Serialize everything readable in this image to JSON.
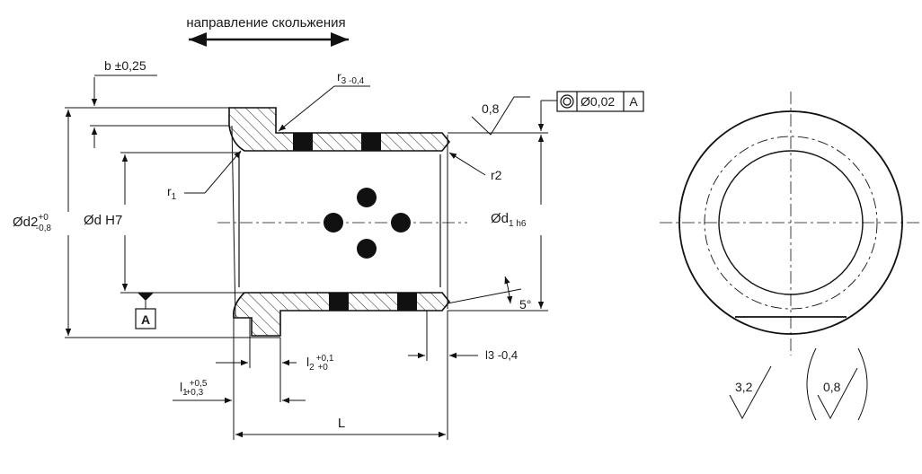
{
  "title": "направление скольжения",
  "dimensions": {
    "b": "b ±0,25",
    "r3": "r",
    "r3_sub": "3 -0,4",
    "r1": "r",
    "r1_sub": "1",
    "r2": "r2",
    "d2": "Ød2",
    "d2_sup": "+0",
    "d2_sub": "-0,8",
    "d": "Ød H7",
    "d1": "Ød",
    "d1_sub": "1 h6",
    "angle": "5°",
    "l1": "l",
    "l1_sub1": "1",
    "l1_sup": "+0,5",
    "l1_sub": "+0,3",
    "l2": "l",
    "l2_sub1": "2",
    "l2_sup": "+0,1",
    "l2_sub": "+0",
    "l3": "l3 -0,4",
    "L": "L"
  },
  "datum": "A",
  "tolerance_frame": {
    "symbol": "concentricity-icon",
    "value": "Ø0,02",
    "datum": "A"
  },
  "roughness": {
    "top": "0,8",
    "bottom_left": "3,2",
    "bottom_right": "0,8"
  }
}
